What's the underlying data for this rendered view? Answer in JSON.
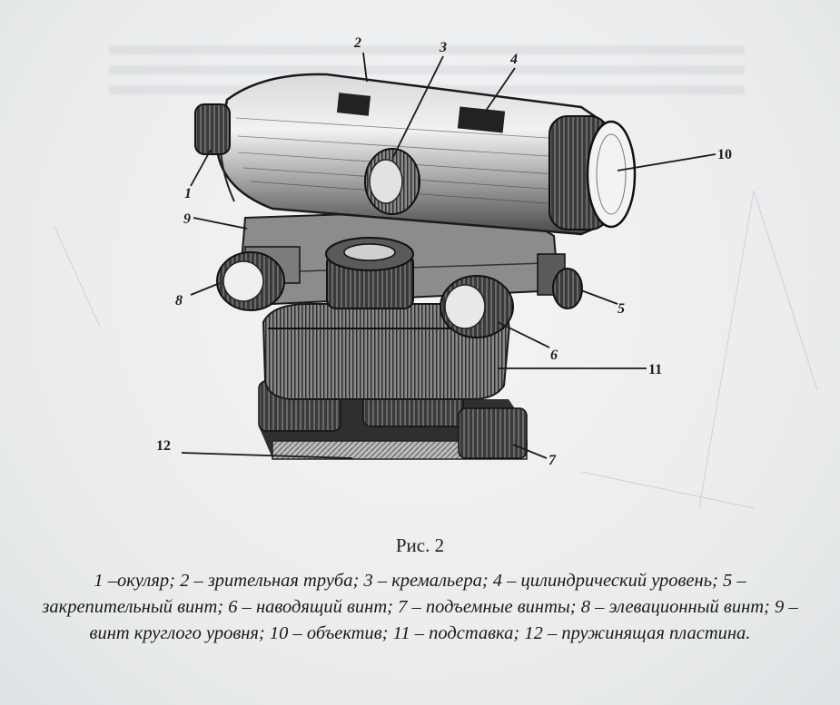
{
  "figure": {
    "callouts": [
      "1",
      "2",
      "3",
      "4",
      "5",
      "6",
      "7",
      "8",
      "9",
      "10",
      "11",
      "12"
    ]
  },
  "caption": {
    "title": "Рис. 2",
    "items": [
      "1 –окуляр;",
      "2 – зрительная труба;",
      "3 – кремальера;",
      "4 – цилиндрический уровень;",
      "5 – закрепительный винт;",
      "6 – наводящий винт;",
      "7 – подъемные винты;",
      "8 – элевационный винт;",
      "9 – винт круглого уровня;",
      "10 – объектив;",
      "11 – подставка;",
      "12 – пружинящая пластина."
    ]
  }
}
